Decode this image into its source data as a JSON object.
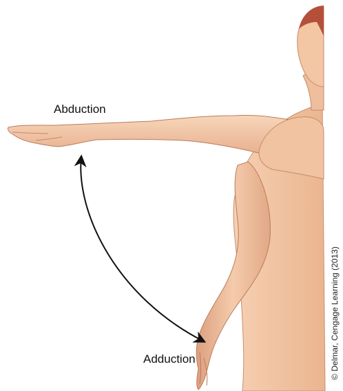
{
  "labels": {
    "abduction": "Abduction",
    "adduction": "Adduction"
  },
  "credit": "© Delmar, Cengage Learning (2013)",
  "colors": {
    "skin": "#f3c6a4",
    "skin_shadow": "#d99b78",
    "skin_dark": "#c07a58",
    "hair": "#b4503a",
    "arrow": "#111111"
  },
  "icons": {
    "arrow": "double-headed-curved-arrow"
  }
}
